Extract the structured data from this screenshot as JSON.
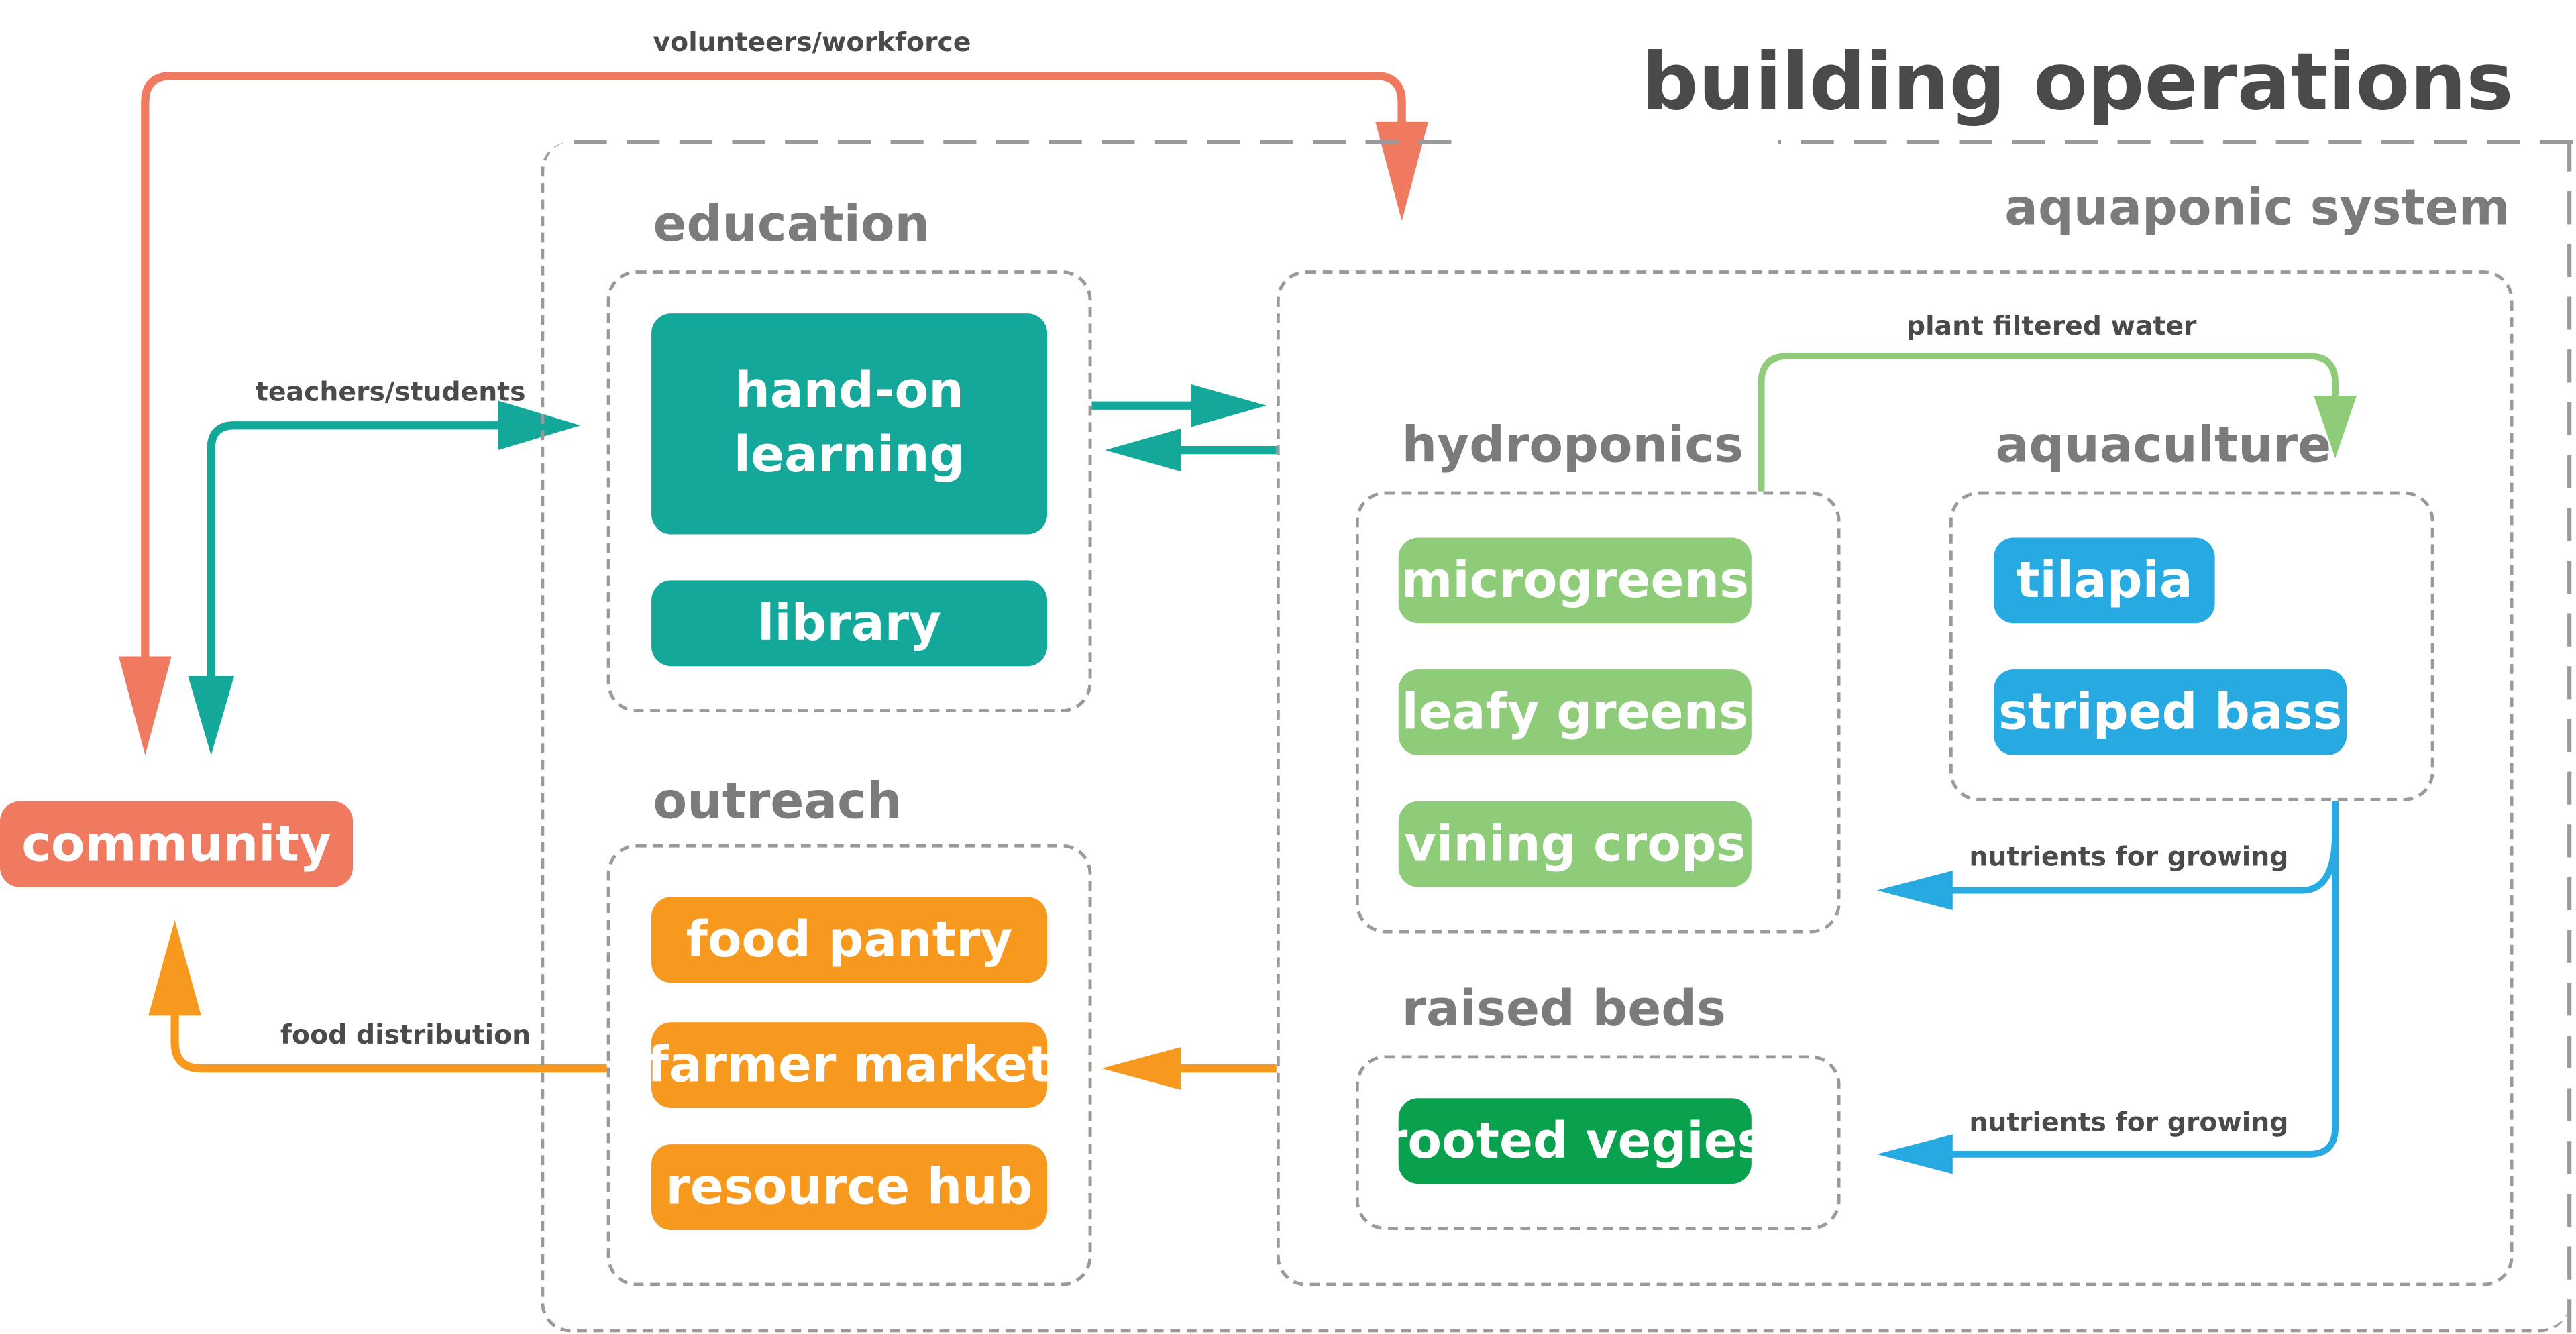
{
  "title": "building operations",
  "colors": {
    "community": "#f07a5f",
    "education": "#14a89b",
    "outreach": "#f7981f",
    "hydroponics": "#8fcc7a",
    "raised_beds": "#0aa14e",
    "aquaculture": "#27a9e1",
    "heading_gray": "#7b7b7b",
    "title_dark": "#4a4a4a",
    "dash_gray": "#9a9a9a"
  },
  "community": {
    "label": "community"
  },
  "groups": {
    "aquaponic_system": {
      "label": "aquaponic system"
    },
    "education": {
      "label": "education",
      "items": [
        "hand-on\nlearning",
        "library"
      ]
    },
    "outreach": {
      "label": "outreach",
      "items": [
        "food pantry",
        "farmer market",
        "resource hub"
      ]
    },
    "hydroponics": {
      "label": "hydroponics",
      "items": [
        "microgreens",
        "leafy greens",
        "vining crops"
      ]
    },
    "aquaculture": {
      "label": "aquaculture",
      "items": [
        "tilapia",
        "striped bass"
      ]
    },
    "raised_beds": {
      "label": "raised beds",
      "items": [
        "rooted vegies"
      ]
    }
  },
  "flows": {
    "volunteers": "volunteers/workforce",
    "teachers": "teachers/students",
    "food_distribution": "food distribution",
    "filtered_water": "plant filtered water",
    "nutrients_1": "nutrients for growing",
    "nutrients_2": "nutrients for growing"
  }
}
